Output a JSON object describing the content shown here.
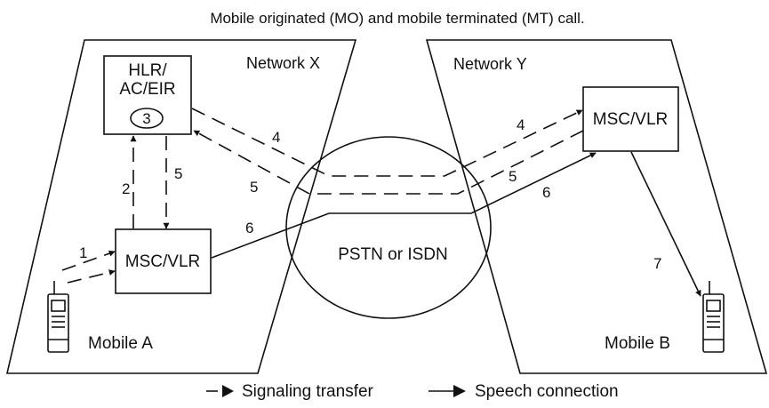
{
  "title": "Mobile originated (MO) and mobile terminated (MT) call.",
  "networks": {
    "x_label": "Network X",
    "y_label": "Network Y"
  },
  "nodes": {
    "hlr_line1": "HLR/",
    "hlr_line2": "AC/EIR",
    "hlr_step": "3",
    "msc_a": "MSC/VLR",
    "msc_b": "MSC/VLR",
    "pstn": "PSTN or ISDN",
    "mobile_a": "Mobile A",
    "mobile_b": "Mobile B"
  },
  "steps": {
    "s1": "1",
    "s2": "2",
    "s4_left": "4",
    "s4_right": "4",
    "s5_left": "5",
    "s5_center": "5",
    "s5_right": "5",
    "s6_left": "6",
    "s6_right": "6",
    "s7": "7"
  },
  "legend": {
    "signaling": "Signaling transfer",
    "speech": "Speech connection"
  }
}
